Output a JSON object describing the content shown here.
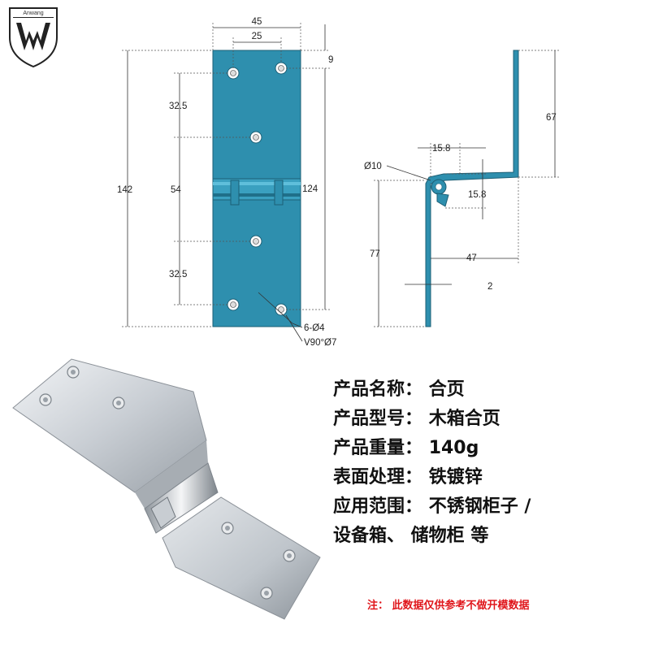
{
  "logo": {
    "text": "Anwang"
  },
  "dimensions": {
    "width_total": "45",
    "hole_spacing_h": "25",
    "edge_offset": "9",
    "hole_spacing_top": "32.5",
    "hole_spacing_mid": "54",
    "hole_spacing_bottom": "32.5",
    "total_length": "142",
    "inner_length": "124",
    "hole_callout": "6-Ø4",
    "countersink_callout": "V90°Ø7",
    "side_height_upper": "67",
    "side_offset_a": "15.8",
    "side_offset_b": "15.8",
    "pin_diameter": "Ø10",
    "side_height_lower": "77",
    "side_offset_c": "47",
    "thickness": "2"
  },
  "specs": [
    {
      "label": "产品名称：",
      "value": "合页"
    },
    {
      "label": "产品型号：",
      "value": "木箱合页"
    },
    {
      "label": "产品重量：",
      "value": "140g"
    },
    {
      "label": "表面处理：",
      "value": "铁镀锌"
    },
    {
      "label": "应用范围：",
      "value": "不锈钢柜子 /"
    },
    {
      "label": "",
      "value": "设备箱、 储物柜 等"
    }
  ],
  "note": "注： 此数据仅供参考不做开模数据",
  "colors": {
    "plate": "#2e8fae",
    "plate_dark": "#1f6f8a",
    "note": "#e0171c"
  }
}
